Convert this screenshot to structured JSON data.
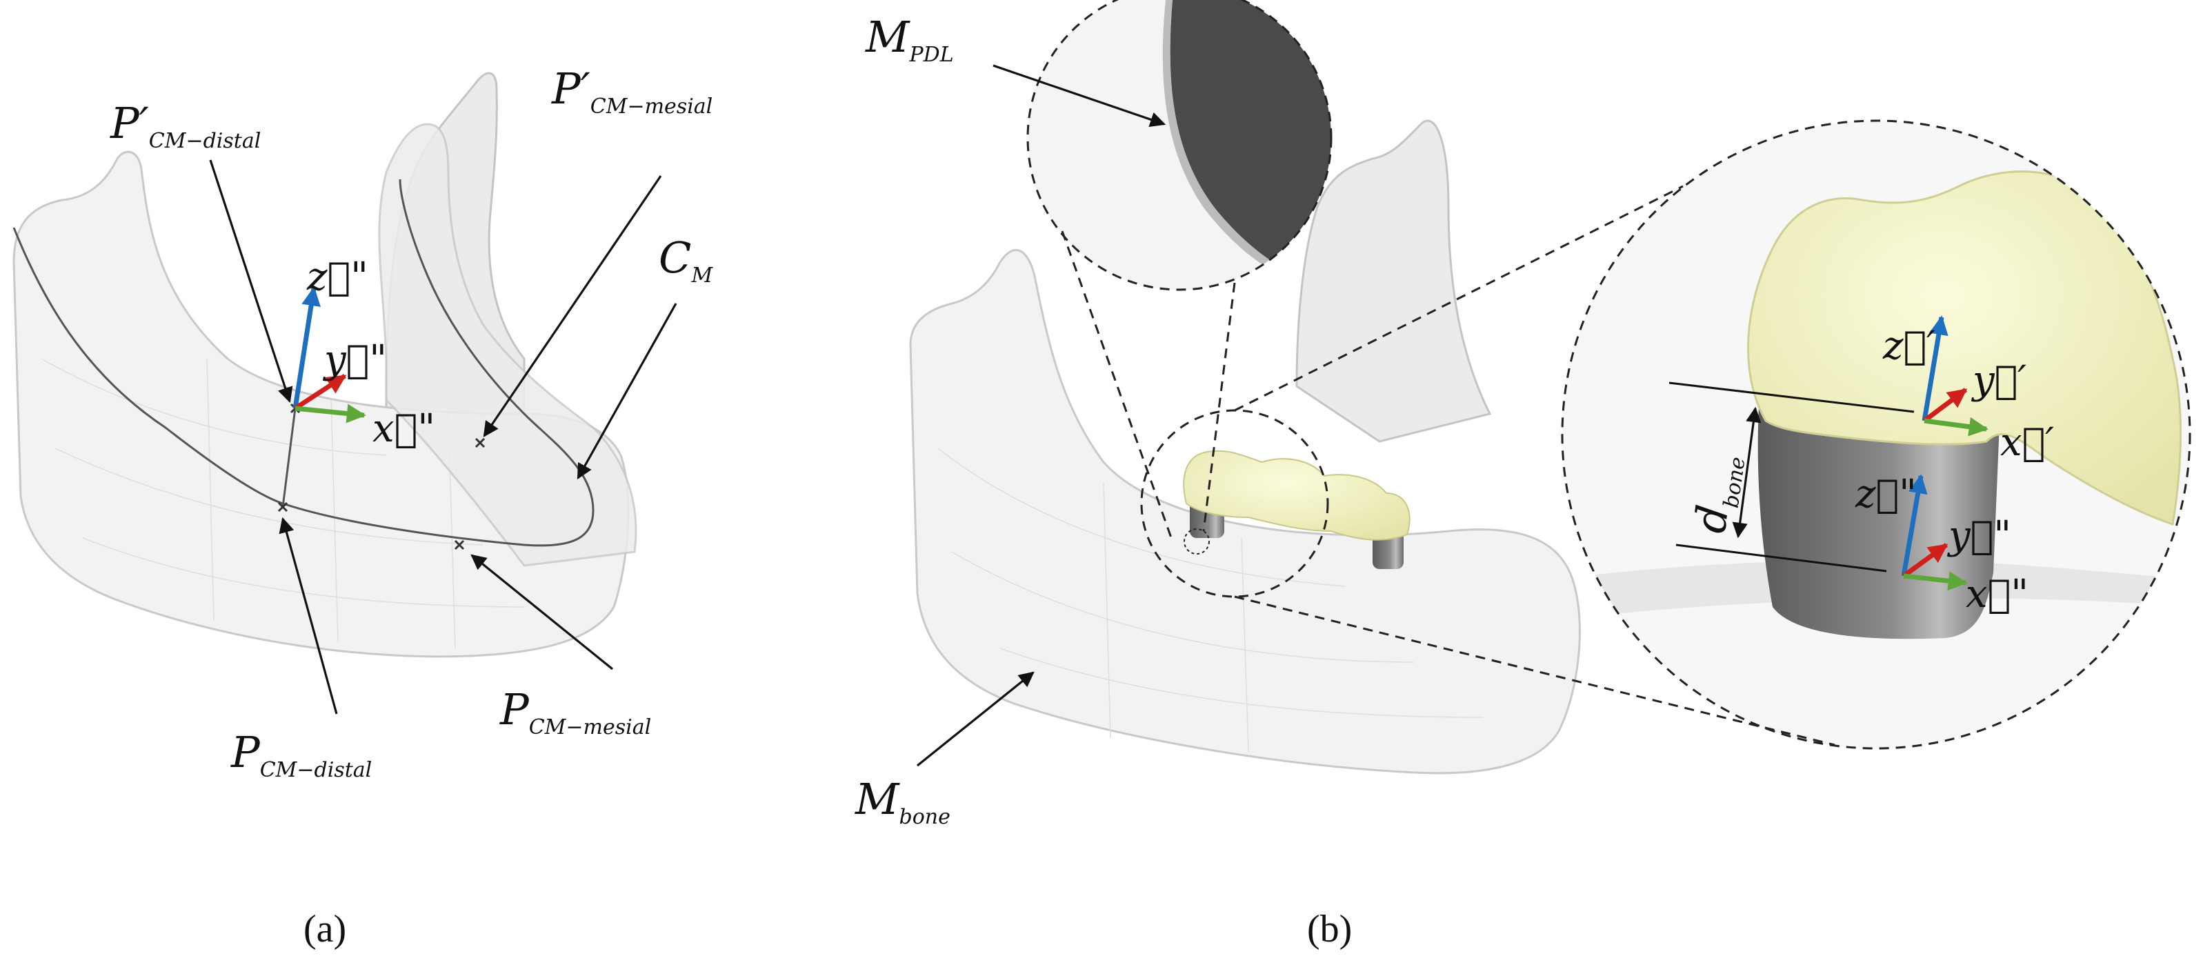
{
  "panel_a": {
    "caption": "(a)",
    "labels": {
      "p_cm_distal_prime": {
        "main": "P′",
        "sub": "CM−distal"
      },
      "p_cm_mesial_prime": {
        "main": "P′",
        "sub": "CM−mesial"
      },
      "c_m": {
        "main": "C",
        "sub": "M"
      },
      "p_cm_distal": {
        "main": "P",
        "sub": "CM−distal"
      },
      "p_cm_mesial": {
        "main": "P",
        "sub": "CM−mesial"
      }
    },
    "axes": {
      "x": "x⃗\"",
      "y": "y⃗\"",
      "z": "z⃗\""
    }
  },
  "panel_b": {
    "caption": "(b)",
    "labels": {
      "m_pdl": {
        "main": "M",
        "sub": "PDL"
      },
      "m_bone": {
        "main": "M",
        "sub": "bone"
      },
      "d_bone": {
        "main": "d",
        "sub": "bone"
      }
    },
    "axes_crown": {
      "x": "x⃗′",
      "y": "y⃗′",
      "z": "z⃗′"
    },
    "axes_root": {
      "x": "x⃗\"",
      "y": "y⃗\"",
      "z": "z⃗\""
    }
  },
  "colors": {
    "axis_x": "#5ea83a",
    "axis_y": "#d0201c",
    "axis_z": "#1f6fc0",
    "crown": "#f3f3c2",
    "implant": "#6a6a6a",
    "bone": "#f2f2f2"
  }
}
